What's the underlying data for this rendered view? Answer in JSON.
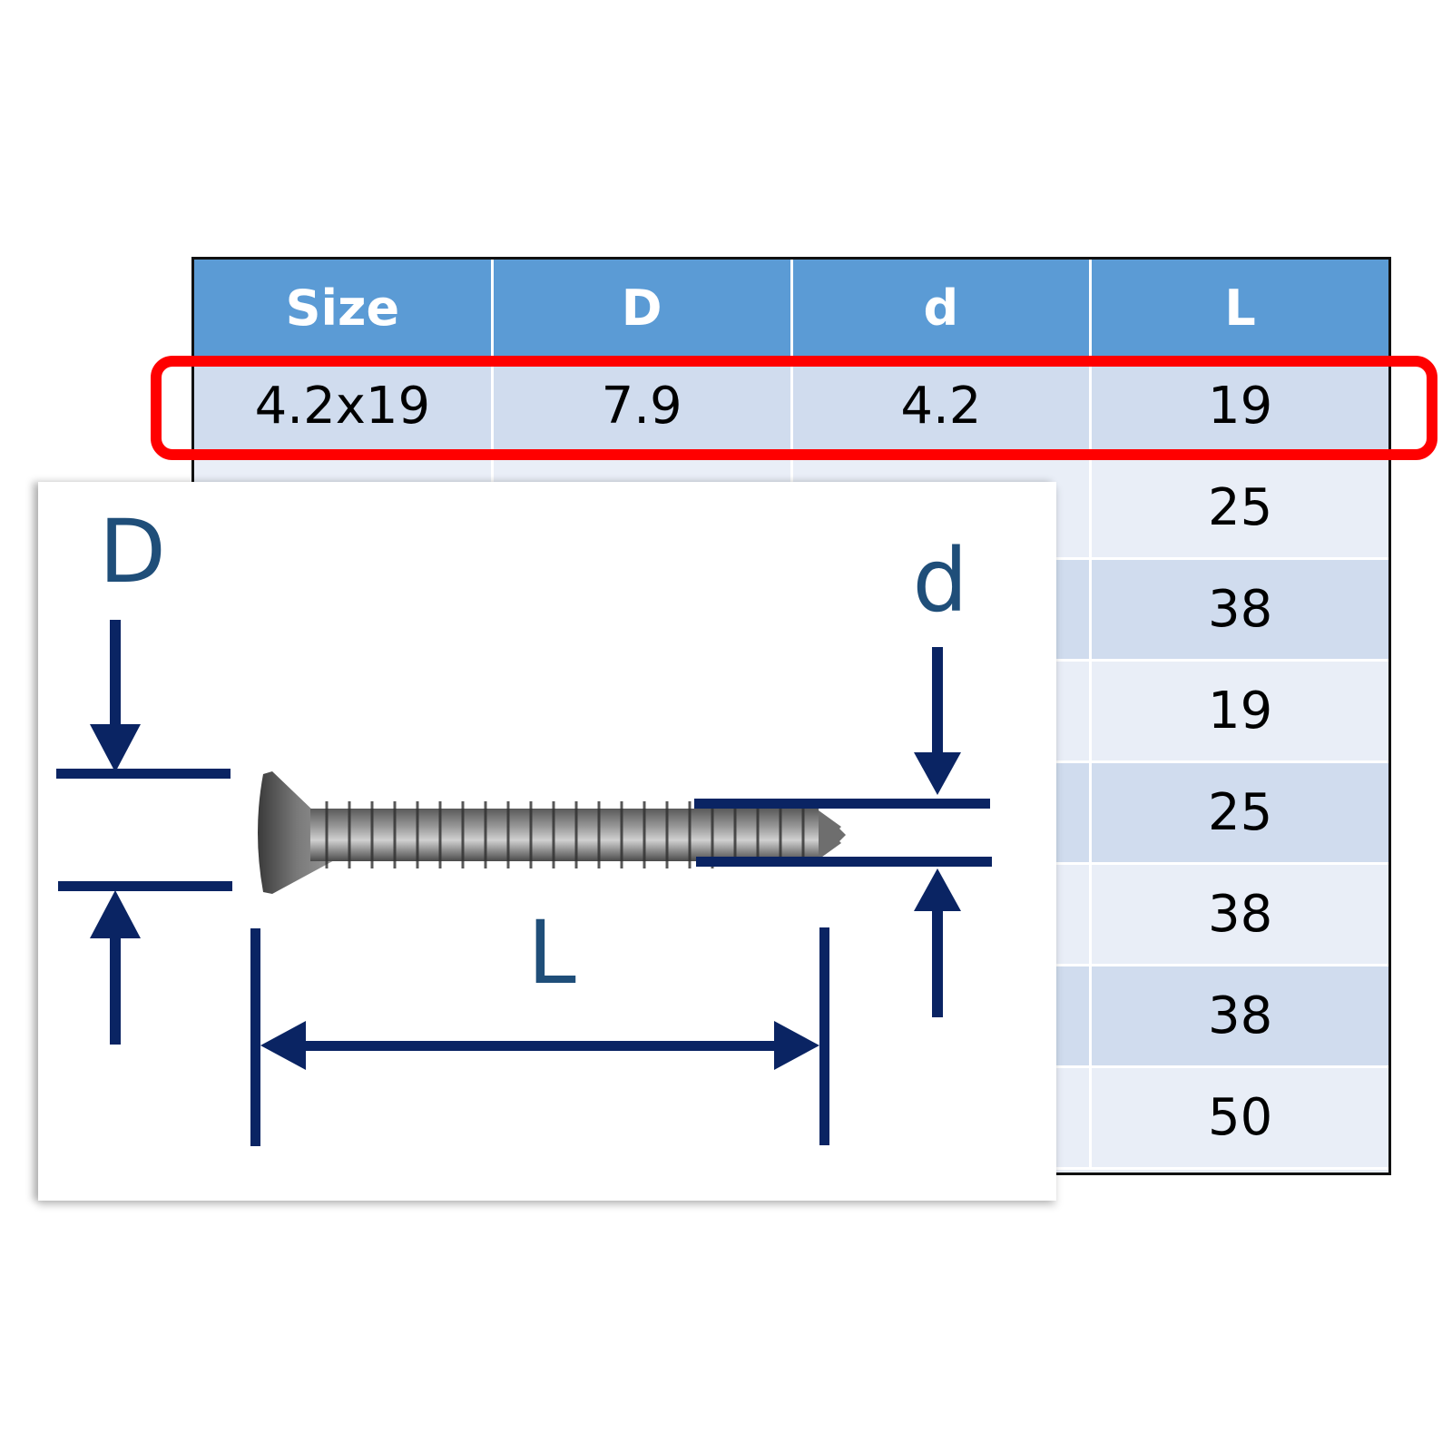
{
  "table": {
    "headers": [
      "Size",
      "D",
      "d",
      "L"
    ],
    "highlighted_row_index": 0,
    "rows": [
      [
        "4.2x19",
        "7.9",
        "4.2",
        "19"
      ],
      [
        "",
        "",
        "",
        "25"
      ],
      [
        "",
        "",
        "",
        "38"
      ],
      [
        "",
        "",
        "",
        "19"
      ],
      [
        "",
        "",
        "",
        "25"
      ],
      [
        "",
        "",
        "",
        "38"
      ],
      [
        "",
        "",
        "",
        "38"
      ],
      [
        "",
        "",
        "",
        "50"
      ]
    ]
  },
  "diagram": {
    "labels": {
      "head_diameter": "D",
      "shank_diameter": "d",
      "length": "L"
    },
    "colors": {
      "dimension_lines": "#0a2463",
      "label_text": "#1f4e79",
      "highlight": "#ff0000",
      "header_bg": "#5b9bd5"
    }
  }
}
